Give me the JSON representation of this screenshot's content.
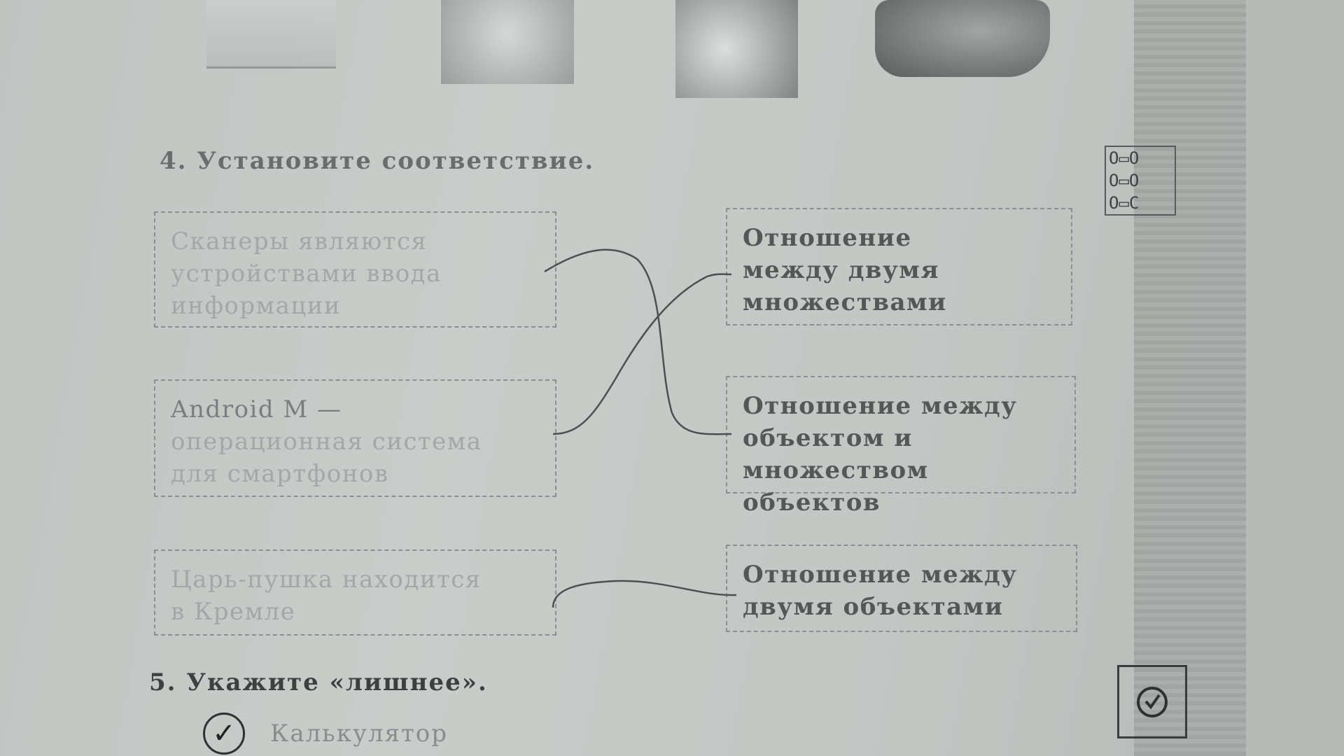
{
  "task4": {
    "heading": "4.  Установите соответствие.",
    "left": [
      {
        "lines": [
          "Сканеры являются",
          "устройствами ввода",
          "информации"
        ]
      },
      {
        "lines": [
          "Android M —",
          "операционная система",
          "для смартфонов"
        ]
      },
      {
        "lines": [
          "Царь-пушка находится",
          "в Кремле"
        ]
      }
    ],
    "right": [
      {
        "lines": [
          "Отношение",
          "между двумя",
          "множествами"
        ]
      },
      {
        "lines": [
          "Отношение между",
          "объектом и",
          "множеством объектов"
        ]
      },
      {
        "lines": [
          "Отношение между",
          "двумя объектами"
        ]
      }
    ],
    "legend_icon": [
      "O▭O",
      "O▭O",
      "O▭C"
    ]
  },
  "task5": {
    "heading": "5.  Укажите «лишнее».",
    "option": "Калькулятор",
    "mark": "✓"
  },
  "colors": {
    "paper": "#c6cac7",
    "pencil": "#4e504f"
  },
  "icons": {
    "task_type": "matching-icon",
    "check": "check-circle-icon"
  }
}
